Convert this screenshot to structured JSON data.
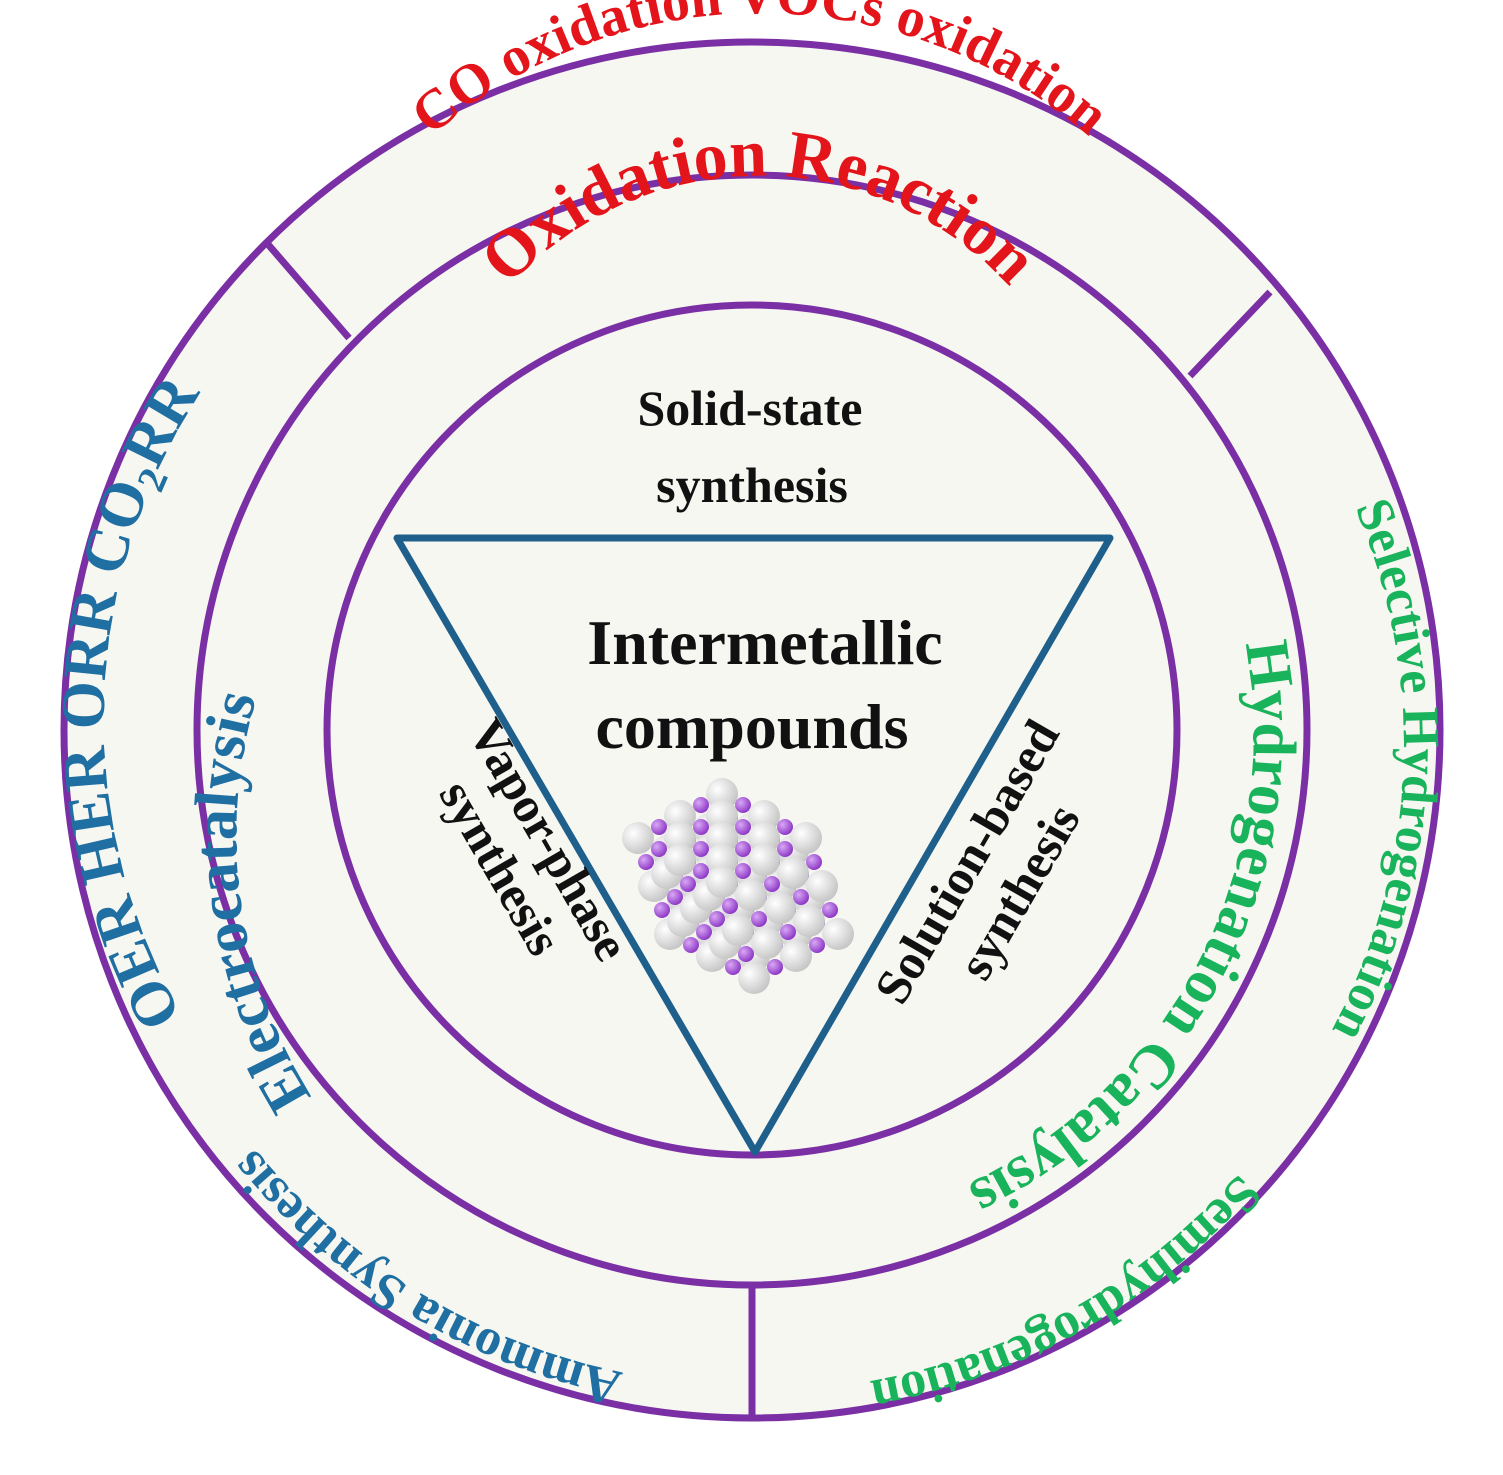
{
  "center": {
    "title_line1": "Intermetallic",
    "title_line2": "compounds"
  },
  "synthesis": {
    "solid_line1": "Solid-state",
    "solid_line2": "synthesis",
    "vapor_line1": "Vapor-phase",
    "vapor_line2": "synthesis",
    "solution_line1": "Solution-based",
    "solution_line2": "synthesis"
  },
  "categories": {
    "oxidation": "Oxidation Reaction",
    "electro": "Electrocatalysis",
    "hydrogenation": "Hydrogenation Catalysis"
  },
  "applications": {
    "co_oxidation": "CO oxidation",
    "vocs_oxidation": "VOCs oxidation",
    "selective": "Selective Hydrogenation",
    "semi": "Semihydrogenation",
    "ammonia": "Ammonia Synthesis",
    "oer": "OER",
    "her": "HER",
    "orr": "ORR",
    "co2rr_main": "CO",
    "co2rr_sub": "2",
    "co2rr_tail": "RR"
  },
  "colors": {
    "ring": "#7b2fa5",
    "triangle": "#1f5f8b",
    "oxidation": "#e4141b",
    "electro": "#1f6fa3",
    "hydrogenation": "#18b35a",
    "text": "#111111",
    "fill": "#f7f7f2",
    "atom_light": "#e6e6e6",
    "atom_purple": "#a14fd6"
  }
}
